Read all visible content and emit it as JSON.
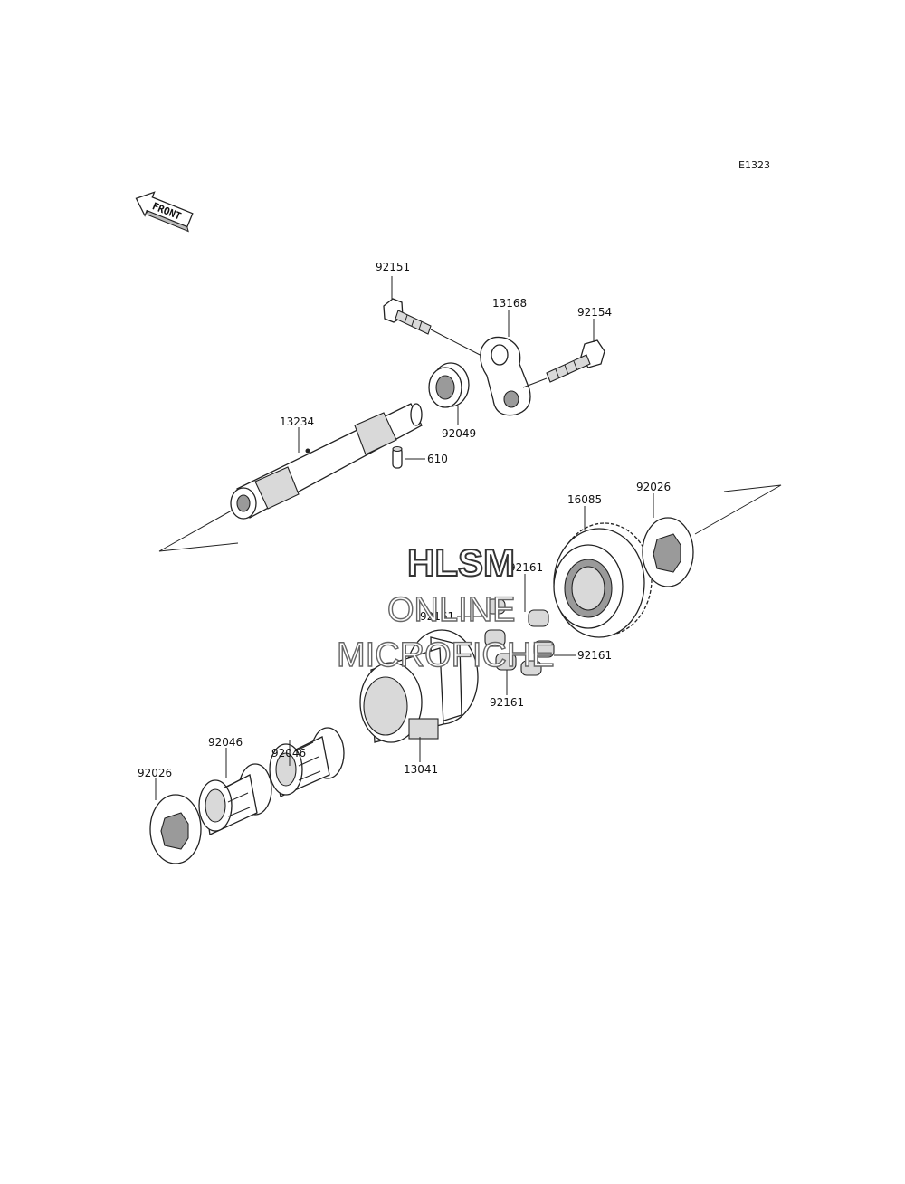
{
  "diagram_code": "E1323",
  "front_label": "FRONT",
  "watermark": {
    "line1": "HLSM",
    "line2": "ONLINE",
    "line3": "MICROFICHE"
  },
  "parts": {
    "p92151": "92151",
    "p13168": "13168",
    "p92154": "92154",
    "p92049": "92049",
    "p13234": "13234",
    "p610": "610",
    "p16085": "16085",
    "p92026_right": "92026",
    "p92161_a": "92161",
    "p92161_b": "92161",
    "p92161_c": "92161",
    "p92161_d": "92161",
    "p13041": "13041",
    "p92046_a": "92046",
    "p92046_b": "92046",
    "p92026_left": "92026"
  }
}
